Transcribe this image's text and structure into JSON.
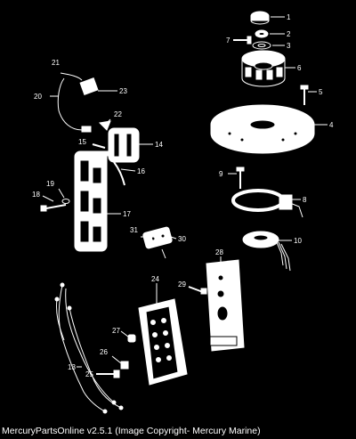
{
  "callouts": {
    "c1": "1",
    "c2": "2",
    "c3": "3",
    "c4": "4",
    "c5": "5",
    "c6": "6",
    "c7": "7",
    "c8": "8",
    "c9": "9",
    "c10": "10",
    "c13": "13",
    "c14": "14",
    "c15": "15",
    "c16": "16",
    "c17": "17",
    "c18": "18",
    "c19": "19",
    "c20": "20",
    "c21": "21",
    "c22": "22",
    "c23": "23",
    "c24": "24",
    "c25": "25",
    "c26": "26",
    "c27": "27",
    "c28": "28",
    "c29": "29",
    "c30": "30",
    "c31": "31"
  },
  "footer": {
    "text": "MercuryPartsOnline v2.5.1 (Image Copyright- Mercury Marine)"
  },
  "colors": {
    "background": "#000000",
    "line": "#ffffff"
  }
}
